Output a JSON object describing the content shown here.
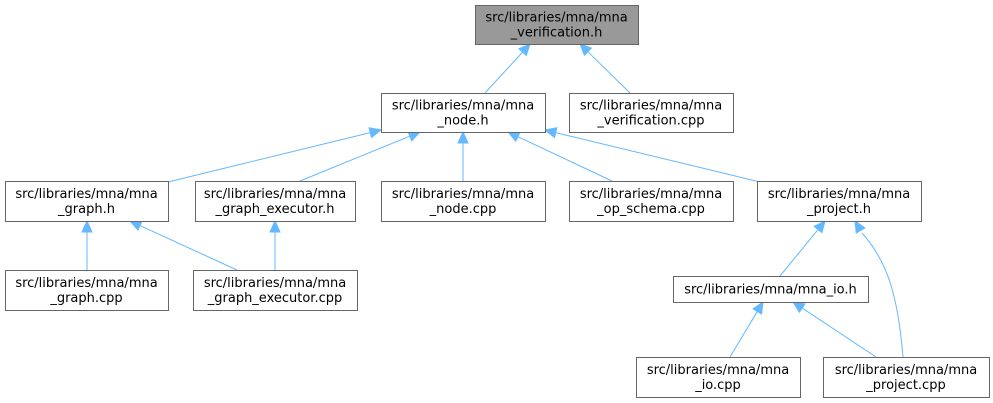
{
  "colors": {
    "edge": "#63b8ff",
    "root_fill": "#999999",
    "node_fill": "#ffffff",
    "border": "#666666"
  },
  "nodes": [
    {
      "id": "verification_h",
      "lines": [
        "src/libraries/mna/mna",
        "_verification.h"
      ],
      "root": true
    },
    {
      "id": "node_h",
      "lines": [
        "src/libraries/mna/mna",
        "_node.h"
      ]
    },
    {
      "id": "verification_cpp",
      "lines": [
        "src/libraries/mna/mna",
        "_verification.cpp"
      ]
    },
    {
      "id": "graph_h",
      "lines": [
        "src/libraries/mna/mna",
        "_graph.h"
      ]
    },
    {
      "id": "graph_executor_h",
      "lines": [
        "src/libraries/mna/mna",
        "_graph_executor.h"
      ]
    },
    {
      "id": "node_cpp",
      "lines": [
        "src/libraries/mna/mna",
        "_node.cpp"
      ]
    },
    {
      "id": "op_schema_cpp",
      "lines": [
        "src/libraries/mna/mna",
        "_op_schema.cpp"
      ]
    },
    {
      "id": "project_h",
      "lines": [
        "src/libraries/mna/mna",
        "_project.h"
      ]
    },
    {
      "id": "graph_cpp",
      "lines": [
        "src/libraries/mna/mna",
        "_graph.cpp"
      ]
    },
    {
      "id": "graph_executor_cpp",
      "lines": [
        "src/libraries/mna/mna",
        "_graph_executor.cpp"
      ]
    },
    {
      "id": "io_h",
      "lines": [
        "src/libraries/mna/mna_io.h"
      ]
    },
    {
      "id": "io_cpp",
      "lines": [
        "src/libraries/mna/mna",
        "_io.cpp"
      ]
    },
    {
      "id": "project_cpp",
      "lines": [
        "src/libraries/mna/mna",
        "_project.cpp"
      ]
    }
  ],
  "edges": [
    {
      "from": "node_h",
      "to": "verification_h"
    },
    {
      "from": "verification_cpp",
      "to": "verification_h"
    },
    {
      "from": "graph_h",
      "to": "node_h"
    },
    {
      "from": "graph_executor_h",
      "to": "node_h"
    },
    {
      "from": "node_cpp",
      "to": "node_h"
    },
    {
      "from": "op_schema_cpp",
      "to": "node_h"
    },
    {
      "from": "project_h",
      "to": "node_h"
    },
    {
      "from": "graph_cpp",
      "to": "graph_h"
    },
    {
      "from": "graph_executor_cpp",
      "to": "graph_h"
    },
    {
      "from": "graph_executor_cpp",
      "to": "graph_executor_h"
    },
    {
      "from": "io_h",
      "to": "project_h"
    },
    {
      "from": "project_cpp",
      "to": "project_h"
    },
    {
      "from": "io_cpp",
      "to": "io_h"
    },
    {
      "from": "project_cpp",
      "to": "io_h"
    }
  ]
}
